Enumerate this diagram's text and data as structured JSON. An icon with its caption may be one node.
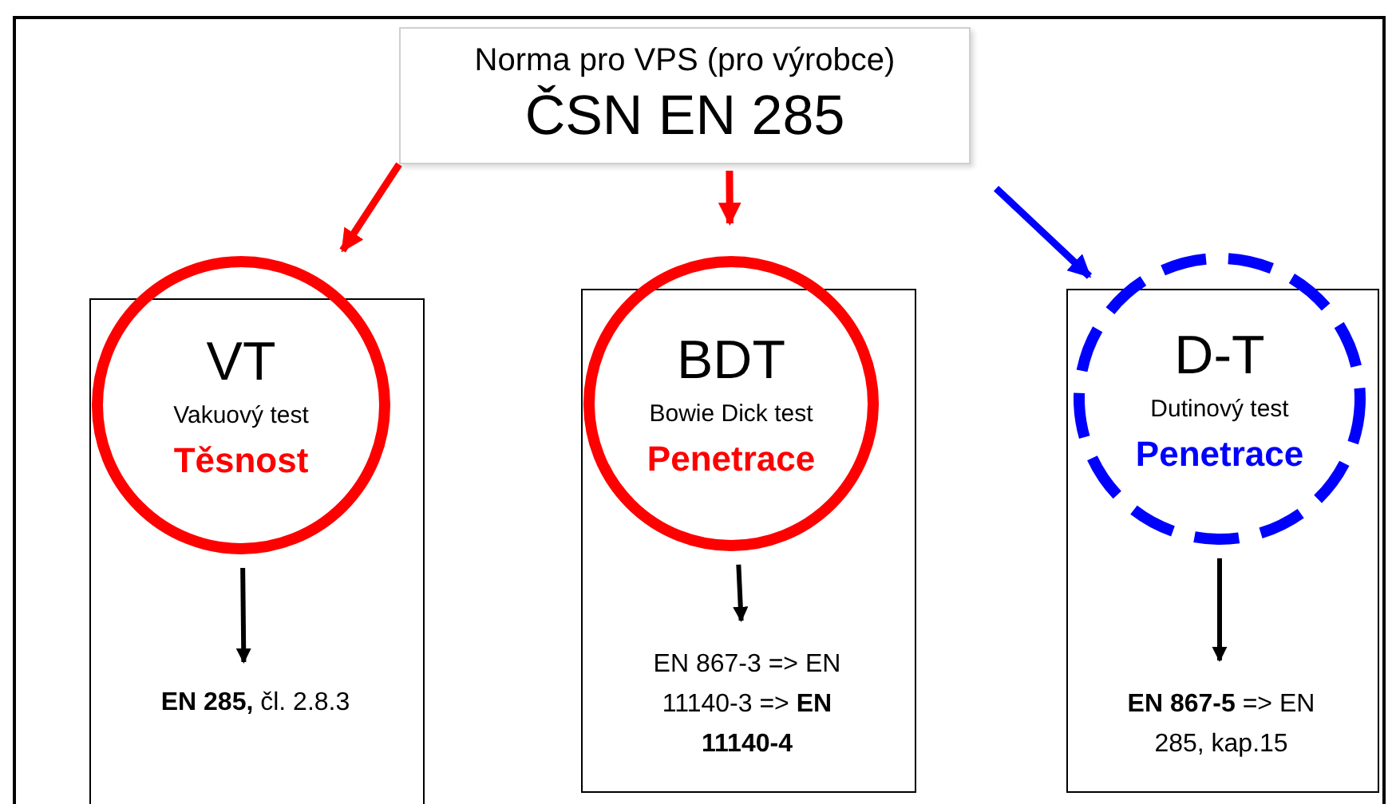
{
  "diagram": {
    "nodes": [
      {
        "text": [
          "Norma pro VPS (pro výrobce)",
          "ČSN EN 285"
        ]
      },
      {
        "text": [],
        "shape": "box"
      },
      {
        "text": [
          "VT",
          "Vakuový test",
          "Těsnost"
        ]
      },
      {
        "text": [
          "**EN 285,** čl. 2.8.3"
        ],
        "in": 1
      },
      {
        "text": [],
        "shape": "box"
      },
      {
        "text": [
          "BDT",
          "Bowie Dick test",
          "Penetrace"
        ]
      },
      {
        "text": [
          "EN 867-3 => EN 11140-3 => **EN 11140-4**"
        ],
        "in": 4
      },
      {
        "text": [],
        "shape": "box"
      },
      {
        "text": [
          "D-T",
          "Dutinový test",
          "Penetrace"
        ]
      },
      {
        "text": [
          "**EN 867-5** => EN 285, kap.15"
        ],
        "in": 7
      }
    ],
    "edges": [
      {
        "from": 0,
        "to": 2,
        "arrow": "to",
        "color": "#ff0000"
      },
      {
        "from": 0,
        "to": 5,
        "arrow": "to",
        "color": "#ff0000"
      },
      {
        "from": 0,
        "to": 8,
        "arrow": "to",
        "color": "#0000ff"
      },
      {
        "from": 2,
        "to": 3,
        "arrow": "to"
      },
      {
        "from": 5,
        "to": 6,
        "arrow": "to"
      },
      {
        "from": 8,
        "to": 9,
        "arrow": "to"
      }
    ]
  }
}
